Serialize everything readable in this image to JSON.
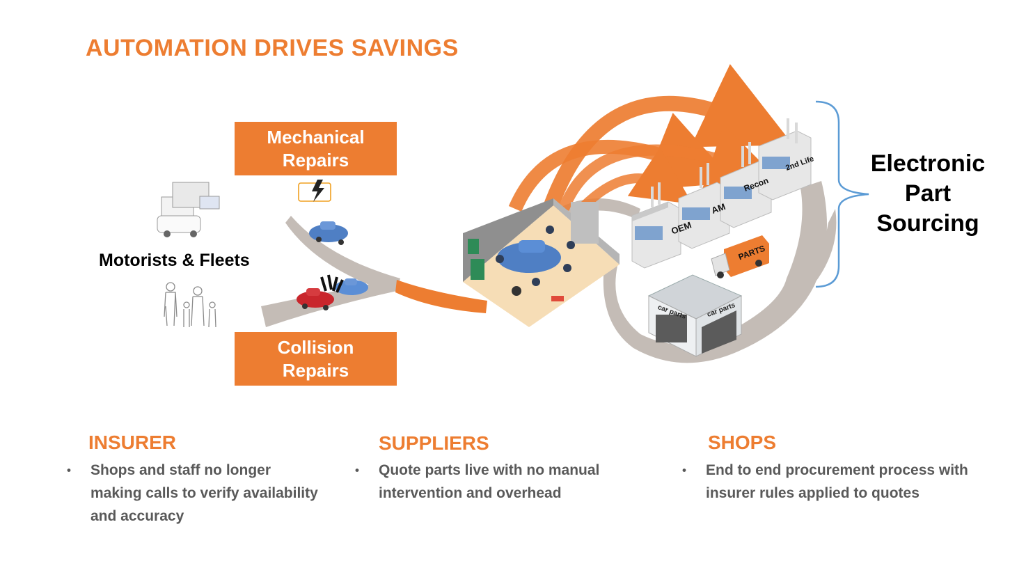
{
  "title": "AUTOMATION DRIVES SAVINGS",
  "boxes": {
    "mechanical": "Mechanical\nRepairs",
    "collision": "Collision\nRepairs"
  },
  "motorists_label": "Motorists & Fleets",
  "sourcing_label": "Electronic\nPart\nSourcing",
  "factories": [
    "OEM",
    "AM",
    "Recon",
    "2nd Life"
  ],
  "truck_label": "PARTS",
  "store_label": "car parts",
  "sections": {
    "insurer": {
      "title": "INSURER",
      "bullet": "Shops and staff no longer making calls to verify availability and accuracy"
    },
    "suppliers": {
      "title": "SUPPLIERS",
      "bullet": "Quote parts live with no manual intervention and overhead"
    },
    "shops": {
      "title": "SHOPS",
      "bullet": "End to end procurement process with insurer rules applied to quotes"
    }
  },
  "colors": {
    "accent": "#ed7d31",
    "road": "#c4bcb6",
    "bracket": "#5b9bd5",
    "body_text": "#595959"
  }
}
